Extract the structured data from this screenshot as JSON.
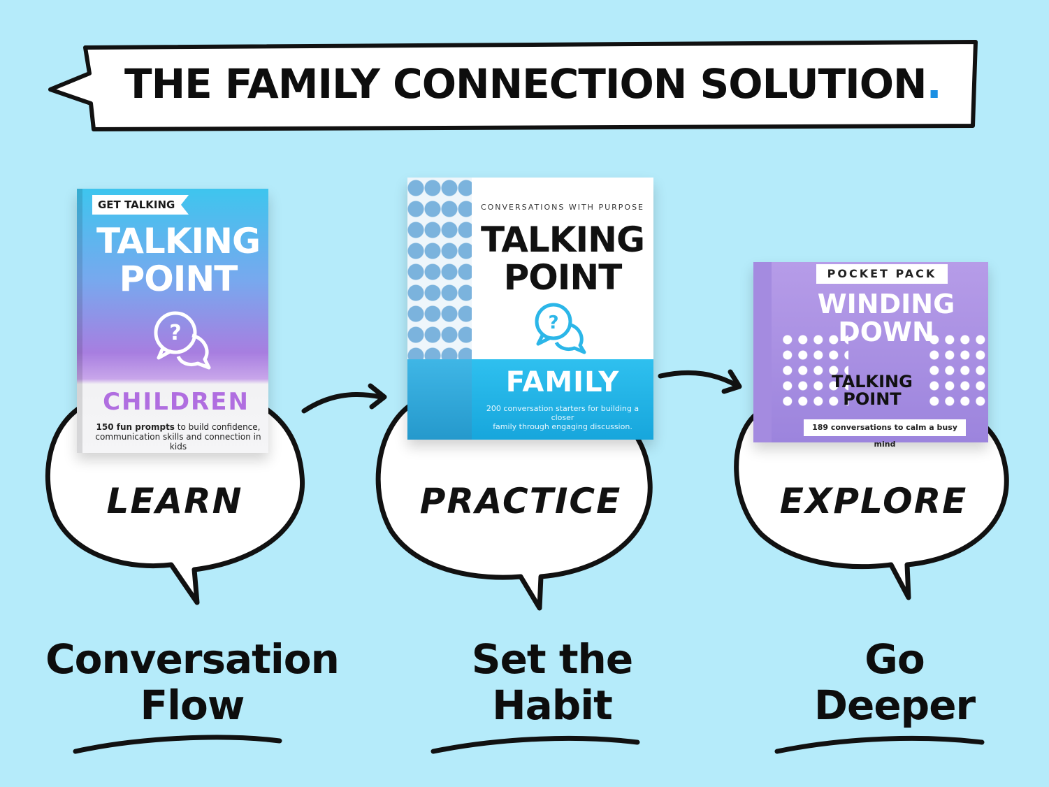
{
  "title": {
    "text": "THE FAMILY CONNECTION SOLUTION",
    "dot": ".",
    "dot_color": "#1a8fe3"
  },
  "background_color": "#b5ebfa",
  "steps": [
    {
      "bubble_label": "LEARN",
      "caption_line1": "Conversation",
      "caption_line2": "Flow",
      "product": {
        "ribbon": "GET TALKING",
        "brand_line1": "TALKING",
        "brand_line2": "POINT",
        "name": "CHILDREN",
        "blurb_bold": "150 fun prompts",
        "blurb_rest": "to build confidence,",
        "blurb_line2": "communication skills and connection in kids"
      }
    },
    {
      "bubble_label": "PRACTICE",
      "caption_line1": "Set the",
      "caption_line2": "Habit",
      "product": {
        "tagline": "CONVERSATIONS WITH PURPOSE",
        "brand_line1": "TALKING",
        "brand_line2": "POINT",
        "name": "FAMILY",
        "blurb_line1": "200 conversation starters for building a closer",
        "blurb_line2": "family through engaging discussion."
      }
    },
    {
      "bubble_label": "EXPLORE",
      "caption_line1": "Go",
      "caption_line2": "Deeper",
      "product": {
        "ribbon": "POCKET PACK",
        "name_line1": "WINDING",
        "name_line2": "DOWN",
        "brand_line1": "TALKING",
        "brand_line2": "POINT",
        "blurb": "189 conversations to calm a busy mind"
      }
    }
  ],
  "icons": [
    "speech-bubble-question-icon",
    "arrow-right-icon"
  ]
}
